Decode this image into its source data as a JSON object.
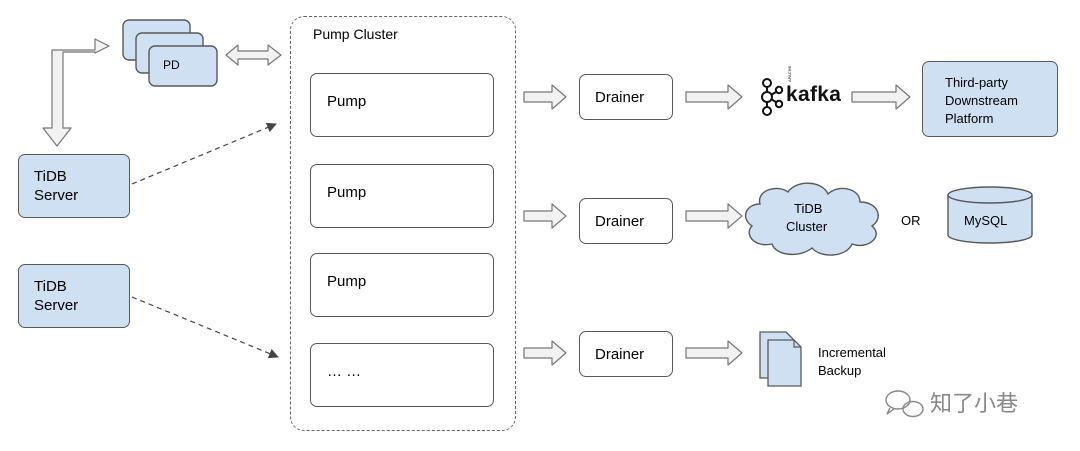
{
  "pd": {
    "label": "PD"
  },
  "tidb_servers": [
    {
      "line1": "TiDB",
      "line2": "Server"
    },
    {
      "line1": "TiDB",
      "line2": "Server"
    }
  ],
  "pump_cluster": {
    "title": "Pump Cluster",
    "nodes": [
      "Pump",
      "Pump",
      "Pump",
      "… …"
    ]
  },
  "drainers": [
    "Drainer",
    "Drainer",
    "Drainer"
  ],
  "kafka": {
    "small_text": "APACHE",
    "text": "kafka"
  },
  "third_party": {
    "line1": "Third-party",
    "line2": "Downstream",
    "line3": "Platform"
  },
  "tidb_cluster": {
    "line1": "TiDB",
    "line2": "Cluster"
  },
  "or_text": "OR",
  "mysql": {
    "label": "MySQL"
  },
  "backup": {
    "line1": "Incremental",
    "line2": "Backup"
  },
  "watermark": {
    "text": "知了小巷"
  },
  "colors": {
    "node_fill": "#cfe0f3",
    "stroke": "#595959",
    "arrow_fill": "#f2f2f2"
  }
}
